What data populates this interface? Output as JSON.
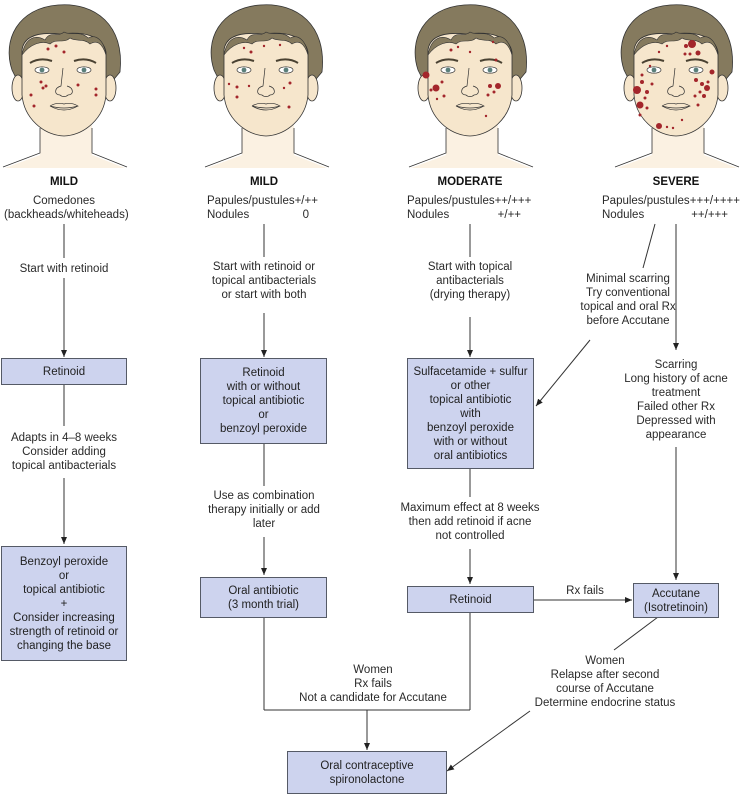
{
  "title": "Acne treatment algorithm by severity",
  "columns": [
    {
      "severity": "MILD",
      "description": [
        "Comedones",
        "(backheads/whiteheads)"
      ],
      "lesion_density": "few small",
      "step1_note": [
        "Start with retinoid"
      ],
      "box1": [
        "Retinoid"
      ],
      "step2_note": [
        "Adapts in 4–8 weeks",
        "Consider adding",
        "topical antibacterials"
      ],
      "box2": [
        "Benzoyl peroxide",
        "or",
        "topical antibiotic",
        "+",
        "Consider increasing",
        "strength of retinoid or",
        "changing the base"
      ]
    },
    {
      "severity": "MILD",
      "grades": [
        {
          "label": "Papules/pustules",
          "value": "+/++"
        },
        {
          "label": "Nodules",
          "value": "0"
        }
      ],
      "step1_note": [
        "Start with retinoid or",
        "topical antibacterials",
        "or start with both"
      ],
      "box1": [
        "Retinoid",
        "with or without",
        "topical antibiotic",
        "or",
        "benzoyl peroxide"
      ],
      "step2_note": [
        "Use as combination",
        "therapy initially or add",
        "later"
      ],
      "box2": [
        "Oral antibiotic",
        "(3 month trial)"
      ]
    },
    {
      "severity": "MODERATE",
      "grades": [
        {
          "label": "Papules/pustules",
          "value": "++/+++"
        },
        {
          "label": "Nodules",
          "value": "+/++"
        }
      ],
      "step1_note": [
        "Start with topical",
        "antibacterials",
        "(drying therapy)"
      ],
      "box1": [
        "Sulfacetamide + sulfur",
        "or other",
        "topical antibiotic",
        "with",
        "benzoyl peroxide",
        "with or without",
        "oral antibiotics"
      ],
      "step2_note": [
        "Maximum effect at 8 weeks",
        "then add retinoid if acne",
        "not controlled"
      ],
      "box2": [
        "Retinoid"
      ]
    },
    {
      "severity": "SEVERE",
      "grades": [
        {
          "label": "Papules/pustules",
          "value": "+++/++++"
        },
        {
          "label": "Nodules",
          "value": "++/+++"
        }
      ],
      "branch_note": [
        "Minimal scarring",
        "Try conventional",
        "topical and oral Rx",
        "before Accutane"
      ],
      "step1_note": [
        "Scarring",
        "Long history of acne",
        "treatment",
        "Failed other Rx",
        "Depressed with",
        "appearance"
      ],
      "box2": [
        "Accutane",
        "(Isotretinoin)"
      ]
    }
  ],
  "rx_fails_label": "Rx fails",
  "women_note_left": [
    "Women",
    "Rx fails",
    "Not a candidate for Accutane"
  ],
  "women_note_right": [
    "Women",
    "Relapse after second",
    "course of Accutane",
    "Determine endocrine status"
  ],
  "final_box": [
    "Oral contraceptive",
    "spironolactone"
  ],
  "colors": {
    "box_fill": "#cdd3ee",
    "box_border": "#555a66",
    "skin": "#f6e6cc",
    "hair": "#857a5e",
    "lesion": "#a3262b",
    "line": "#333333"
  }
}
